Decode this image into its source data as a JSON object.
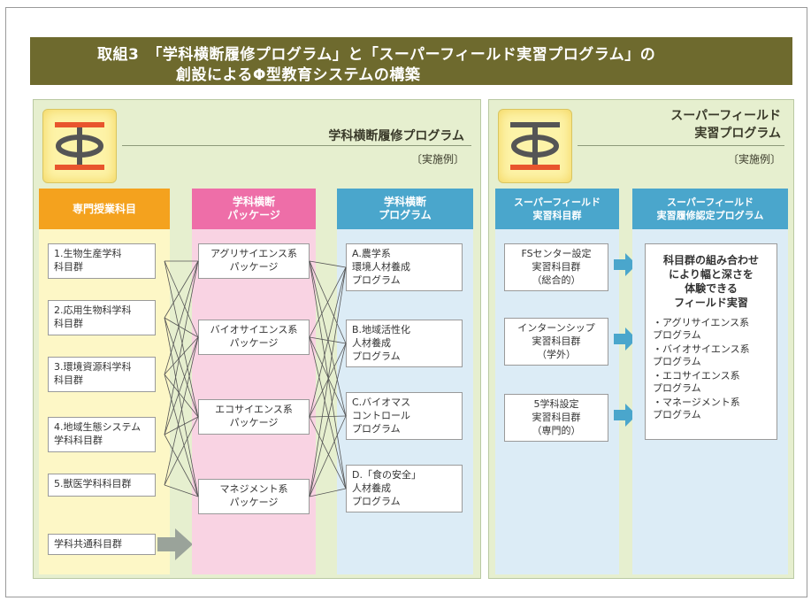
{
  "banner": {
    "line1": "取組3　「学科横断履修プログラム」と「スーパーフィールド実習プログラム」の",
    "line2": "創設によるΦ型教育システムの構築"
  },
  "left_panel": {
    "title": "学科横断履修プログラム",
    "subtitle": "〔実施例〕",
    "columns": [
      {
        "header": "専門授業科目",
        "color": "#f4a21e",
        "items": [
          "1.生物生産学科\n  科目群",
          "2.応用生物科学科\n  科目群",
          "3.環境資源科学科\n  科目群",
          "4.地域生態システム\n  学科科目群",
          "5.獣医学科科目群"
        ],
        "common": "学科共通科目群"
      },
      {
        "header": "学科横断\nパッケージ",
        "color": "#ee6ea8",
        "items": [
          "アグリサイエンス系\nパッケージ",
          "バイオサイエンス系\nパッケージ",
          "エコサイエンス系\nパッケージ",
          "マネジメント系\nパッケージ"
        ]
      },
      {
        "header": "学科横断\nプログラム",
        "color": "#4aa6cc",
        "items": [
          "A.農学系\n  環境人材養成\n  プログラム",
          "B.地域活性化\n  人材養成\n  プログラム",
          "C.バイオマス\n  コントロール\n  プログラム",
          "D.「食の安全」\n  人材養成\n  プログラム"
        ]
      }
    ]
  },
  "right_panel": {
    "title": "スーパーフィールド\n実習プログラム",
    "subtitle": "〔実施例〕",
    "col1": {
      "header": "スーパーフィールド\n実習科目群",
      "color": "#4aa6cc",
      "items": [
        "FSセンター設定\n実習科目群\n（総合的）",
        "インターンシップ\n実習科目群\n（学外）",
        "5学科設定\n実習科目群\n（専門的）"
      ]
    },
    "col2": {
      "header": "スーパーフィールド\n実習履修認定プログラム",
      "color": "#4aa6cc",
      "box_head": "科目群の組み合わせ\nにより幅と深さを\n体験できる\nフィールド実習",
      "bullets": [
        "・アグリサイエンス系\n  プログラム",
        "・バイオサイエンス系\n  プログラム",
        "・エコサイエンス系\n  プログラム",
        "・マネージメント系\n  プログラム"
      ]
    }
  },
  "colors": {
    "banner": "#6e6a2e",
    "panel_bg": "#e6efcf",
    "orange_col": "#fdf7c6",
    "pink_col": "#f9d3e3",
    "blue_col": "#dcecf6",
    "arrow": "#4aa6cc",
    "gray_arrow": "#9aa39a"
  }
}
